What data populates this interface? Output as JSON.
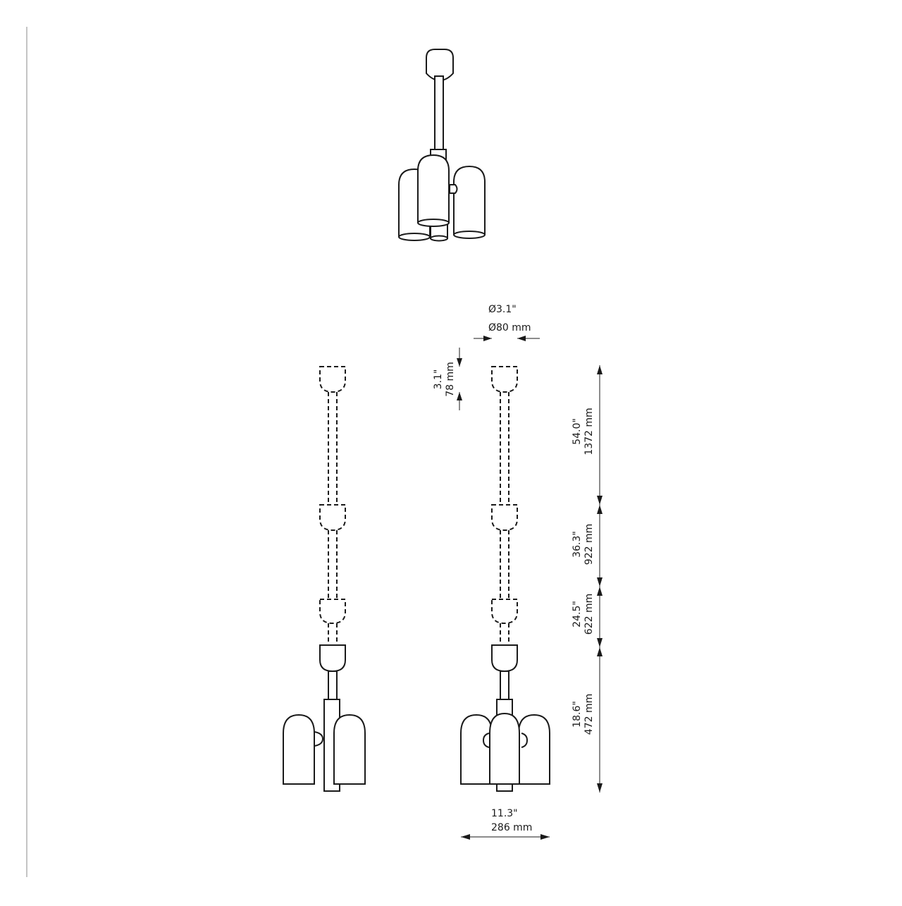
{
  "drawing": {
    "dimensions": {
      "diameter_in": "Ø3.1\"",
      "diameter_mm": "Ø80 mm",
      "canopy_in": "3.1\"",
      "canopy_mm": "78 mm",
      "height_total_in": "54.0\"",
      "height_total_mm": "1372 mm",
      "height_mid_in": "36.3\"",
      "height_mid_mm": "922 mm",
      "height_short_in": "24.5\"",
      "height_short_mm": "622 mm",
      "fixture_in": "18.6\"",
      "fixture_mm": "472 mm",
      "width_in": "11.3\"",
      "width_mm": "286 mm"
    }
  }
}
